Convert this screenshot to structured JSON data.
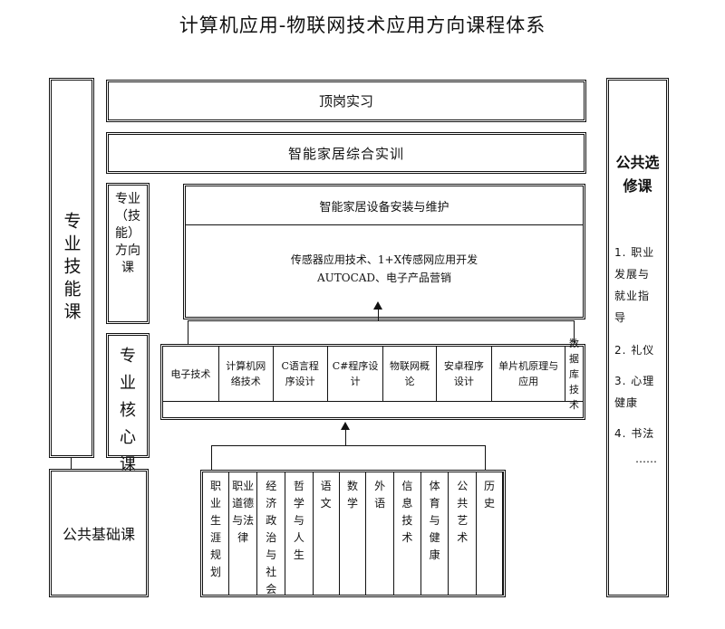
{
  "title": "计算机应用-物联网技术应用方向课程体系",
  "left_column": {
    "professional_skills": "专业技能课",
    "public_basic": "公共基础课"
  },
  "top_bars": {
    "internship": "顶岗实习",
    "smart_home_training": "智能家居综合实训"
  },
  "direction_label": "专业（技能）方向课",
  "core_label": "专业核心课",
  "direction_courses": {
    "row1": "智能家居设备安装与维护",
    "row2_line1": "传感器应用技术、1+X传感网应用开发",
    "row2_line2": "AUTOCAD、电子产品营销"
  },
  "core_courses": [
    "电子技术",
    "计算机网络技术",
    "C语言程序设计",
    "C#程序设计",
    "物联网概论",
    "安卓程序设计",
    "单片机原理与应用",
    "数据库技术"
  ],
  "basic_courses": [
    "职业生涯规划",
    "职业道德与法律",
    "经济政治与社会",
    "哲学与人生",
    "语文",
    "数学",
    "外语",
    "信息技术",
    "体育与健康",
    "公共艺术",
    "历史"
  ],
  "electives": {
    "title": "公共选修课",
    "items": [
      "1. 职业发展与就业指导",
      "2. 礼仪",
      "3. 心理健康",
      "4. 书法"
    ],
    "ellipsis": "……"
  }
}
